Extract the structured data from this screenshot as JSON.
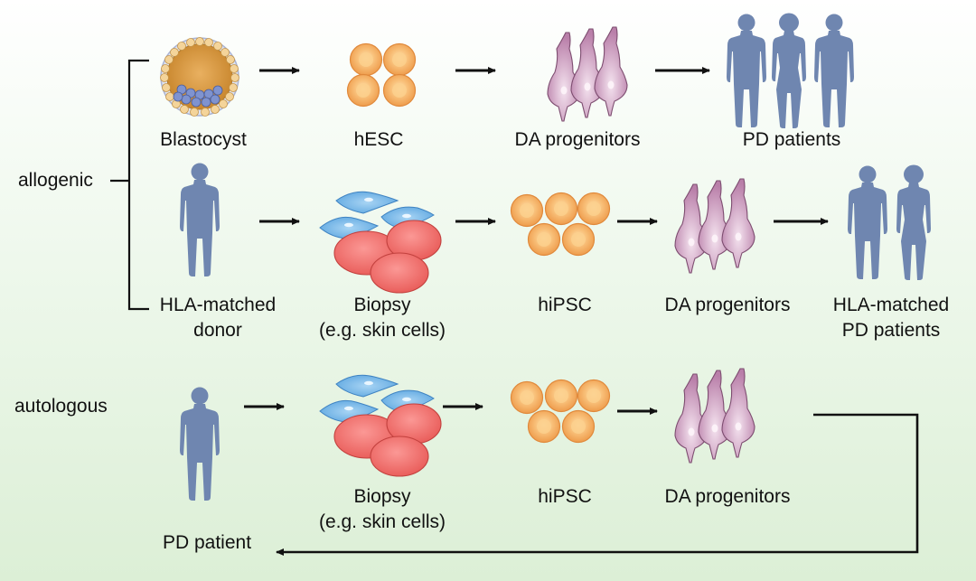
{
  "sections": {
    "allogenic_label": "allogenic",
    "autologous_label": "autologous"
  },
  "row1": {
    "blastocyst": "Blastocyst",
    "hesc": "hESC",
    "da_progenitors": "DA progenitors",
    "pd_patients": "PD patients"
  },
  "row2": {
    "donor_line1": "HLA-matched",
    "donor_line2": "donor",
    "biopsy_line1": "Biopsy",
    "biopsy_line2": "(e.g. skin cells)",
    "hipsc": "hiPSC",
    "da_progenitors": "DA progenitors",
    "patients_line1": "HLA-matched",
    "patients_line2": "PD patients"
  },
  "row3": {
    "pd_patient": "PD patient",
    "biopsy_line1": "Biopsy",
    "biopsy_line2": "(e.g. skin cells)",
    "hipsc": "hiPSC",
    "da_progenitors": "DA progenitors"
  },
  "colors": {
    "figure": "#6f86b0",
    "cell_orange": "#f2a552",
    "cell_red": "#ee6b68",
    "cell_blue": "#74b4e6",
    "neuron": "#c493b8",
    "blastocyst": "#d79a3d"
  }
}
